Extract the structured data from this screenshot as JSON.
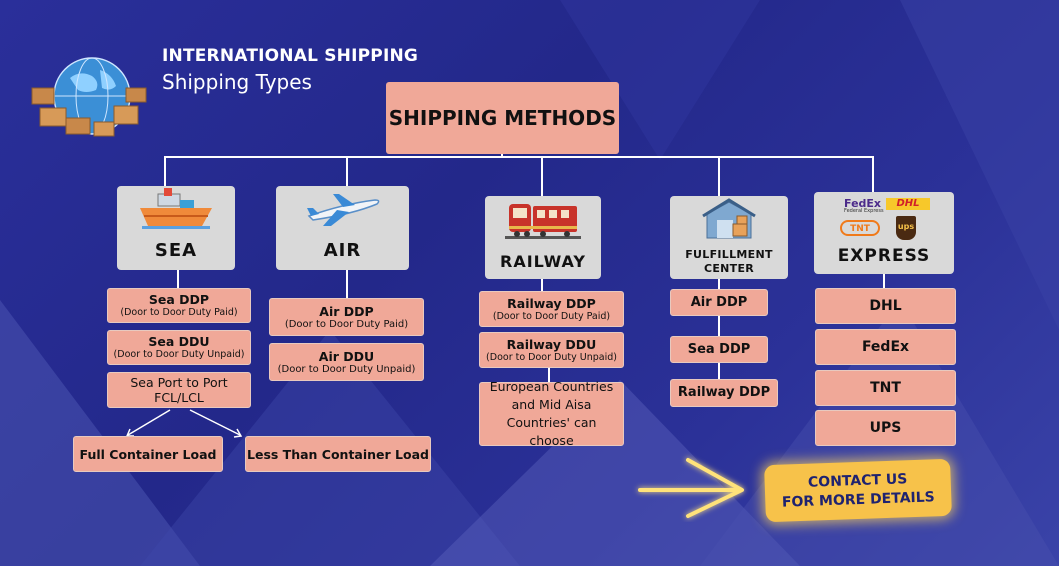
{
  "header": {
    "title": "INTERNATIONAL SHIPPING",
    "subtitle": "Shipping Types"
  },
  "root": {
    "label": "SHIPPING METHODS"
  },
  "categories": {
    "sea": {
      "label": "SEA",
      "items": [
        {
          "title": "Sea DDP",
          "note": "(Door to Door Duty Paid)"
        },
        {
          "title": "Sea DDU",
          "note": "(Door to Door Duty Unpaid)"
        },
        {
          "title": "Sea Port to Port",
          "note": "FCL/LCL"
        }
      ],
      "branches": [
        "Full Container Load",
        "Less Than Container Load"
      ]
    },
    "air": {
      "label": "AIR",
      "items": [
        {
          "title": "Air DDP",
          "note": "(Door to Door Duty Paid)"
        },
        {
          "title": "Air DDU",
          "note": "(Door to Door Duty Unpaid)"
        }
      ]
    },
    "railway": {
      "label": "RAILWAY",
      "items": [
        {
          "title": "Railway DDP",
          "note": "(Door to Door Duty Paid)"
        },
        {
          "title": "Railway DDU",
          "note": "(Door to Door Duty Unpaid)"
        },
        {
          "title": "European Countries and Mid Aisa Countries' can choose"
        }
      ]
    },
    "fulfillment": {
      "label_line1": "FULFILLMENT",
      "label_line2": "CENTER",
      "items": [
        "Air DDP",
        "Sea DDP",
        "Railway DDP"
      ]
    },
    "express": {
      "label": "EXPRESS",
      "logos": {
        "fedex": "FedEx",
        "fedex_sub": "Federal Express",
        "dhl": "DHL",
        "tnt": "TNT",
        "ups": "ups"
      },
      "items": [
        "DHL",
        "FedEx",
        "TNT",
        "UPS"
      ]
    }
  },
  "cta": {
    "line1": "CONTACT US",
    "line2": "FOR MORE DETAILS"
  },
  "colors": {
    "box_fill": "#f0a898",
    "background": "#262b8f",
    "cta": "#f7c24a",
    "arrow": "#f8c43a"
  },
  "icons": [
    "globe-boxes-icon",
    "ship-icon",
    "airplane-icon",
    "train-icon",
    "warehouse-icon",
    "arrow-right-icon"
  ]
}
